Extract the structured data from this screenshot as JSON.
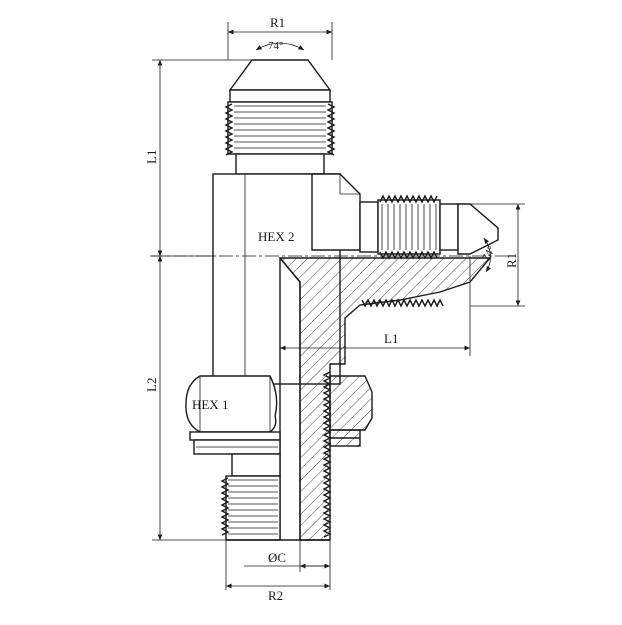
{
  "labels": {
    "r1_top": "R1",
    "r1_right": "R1",
    "angle_top": "74°",
    "angle_right": "74°",
    "l1_left": "L1",
    "l1_branch": "L1",
    "l2_left": "L2",
    "hex2": "HEX 2",
    "hex1": "HEX 1",
    "dia_c": "ØC",
    "r2": "R2"
  },
  "colors": {
    "line": "#1a1a1a",
    "background": "#ffffff"
  }
}
